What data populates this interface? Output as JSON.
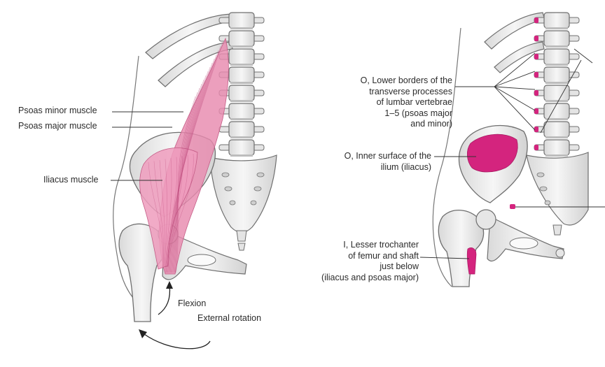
{
  "left_panel": {
    "labels": {
      "psoas_minor": "Psoas minor muscle",
      "psoas_major": "Psoas major muscle",
      "iliacus": "Iliacus muscle",
      "flexion": "Flexion",
      "external_rotation": "External rotation"
    }
  },
  "right_panel": {
    "labels": {
      "origin_lumbar": "O, Lower borders of the\ntransverse processes\nof lumbar vertebrae\n1–5 (psoas major\nand minor)",
      "origin_ilium": "O, Inner surface of the\nilium (iliacus)",
      "insertion_trochanter": "I, Lesser trochanter\nof femur and shaft\njust below\n(iliacus and psoas major)"
    }
  },
  "colors": {
    "muscle": "#e88aae",
    "attachment": "#d4247e",
    "bone_fill": "#ececec",
    "bone_stroke": "#6f6f6f",
    "leader_line": "#333333"
  }
}
